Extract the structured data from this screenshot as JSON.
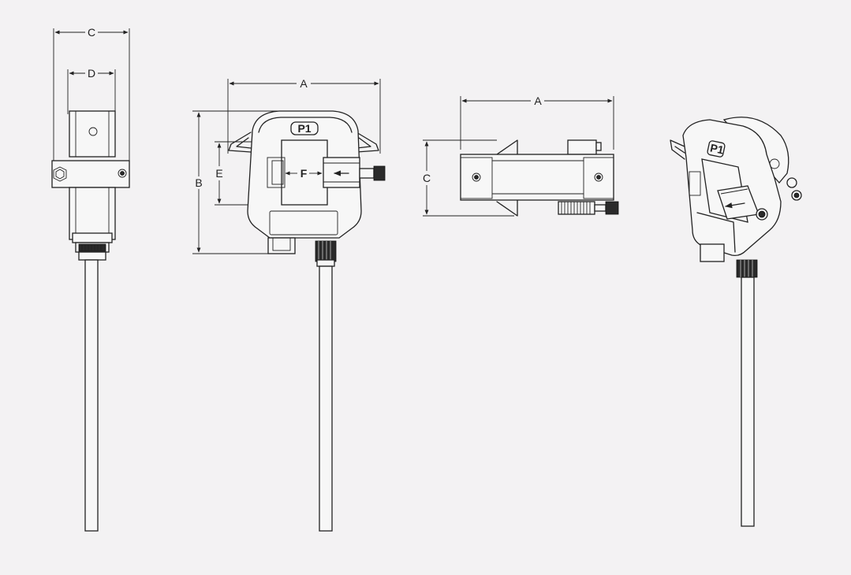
{
  "labels": {
    "side_width": "C",
    "side_inner": "D",
    "front_width": "A",
    "front_height": "B",
    "window_height": "E",
    "window_width": "F",
    "top_width": "A",
    "top_height": "C",
    "plate": "P1",
    "iso_plate": "P1"
  },
  "colors": {
    "background": "#f3f2f3",
    "line": "#222222"
  }
}
